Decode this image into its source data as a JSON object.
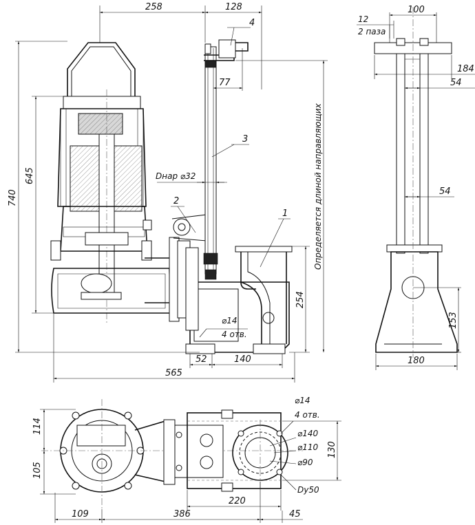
{
  "dimensions": {
    "top_258": "258",
    "top_128": "128",
    "d_77": "77",
    "d_645": "645",
    "d_740": "740",
    "d_254": "254",
    "d_52": "52",
    "d_140": "140",
    "d_565": "565",
    "d_100": "100",
    "d_12": "12",
    "d_2paza": "2 паза",
    "d_184": "184",
    "d_54a": "54",
    "d_54b": "54",
    "d_153": "153",
    "d_180": "180",
    "d_114": "114",
    "d_105": "105",
    "d_109": "109",
    "d_386": "386",
    "d_45": "45",
    "d_220": "220",
    "d_130": "130"
  },
  "labels": {
    "pipe_dia": "Dнар ⌀32",
    "holes_dia_front": "⌀14",
    "holes_count_front": "4 отв.",
    "holes_dia_plan": "⌀14",
    "holes_count_plan": "4 отв.",
    "d140": "⌀140",
    "d110": "⌀110",
    "d90": "⌀90",
    "dy50": "Dy50",
    "vertical_note": "Определяется длиной направляющих"
  },
  "callouts": [
    "1",
    "2",
    "3",
    "4"
  ]
}
